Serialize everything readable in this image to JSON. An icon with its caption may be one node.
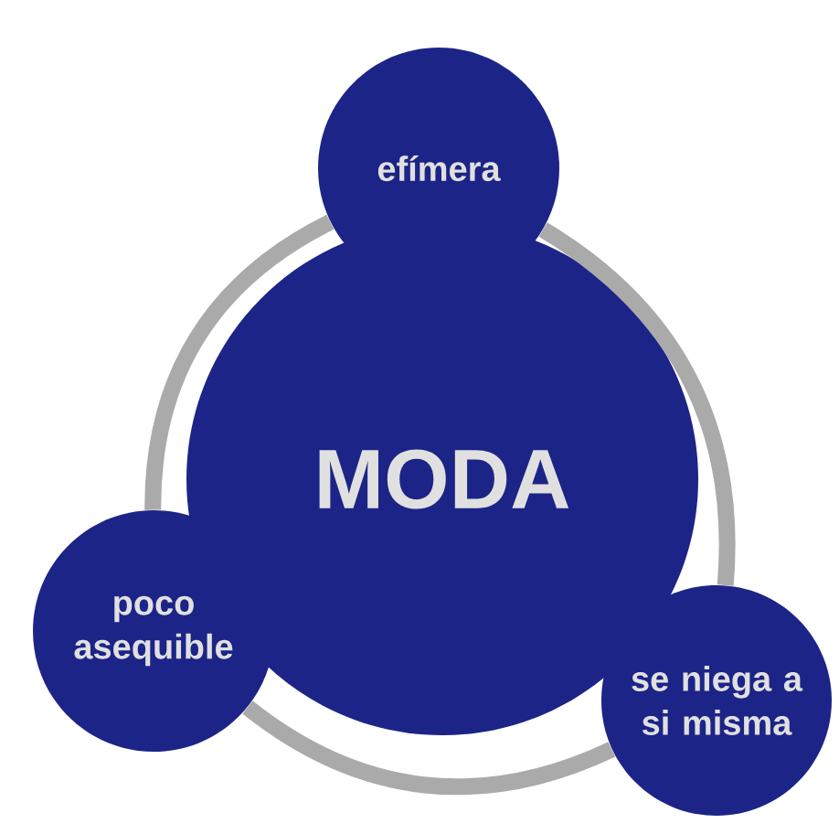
{
  "diagram": {
    "nodes": [
      {
        "text": [
          "efímera"
        ]
      },
      {
        "text": [
          "MODA"
        ]
      },
      {
        "text": [
          "poco asequible"
        ]
      },
      {
        "text": [
          "se niega a si misma"
        ]
      }
    ],
    "edges": [
      {
        "from": 0,
        "to": 3,
        "arrow": "none"
      },
      {
        "from": 3,
        "to": 2,
        "arrow": "none"
      },
      {
        "from": 2,
        "to": 0,
        "arrow": "none"
      }
    ]
  }
}
